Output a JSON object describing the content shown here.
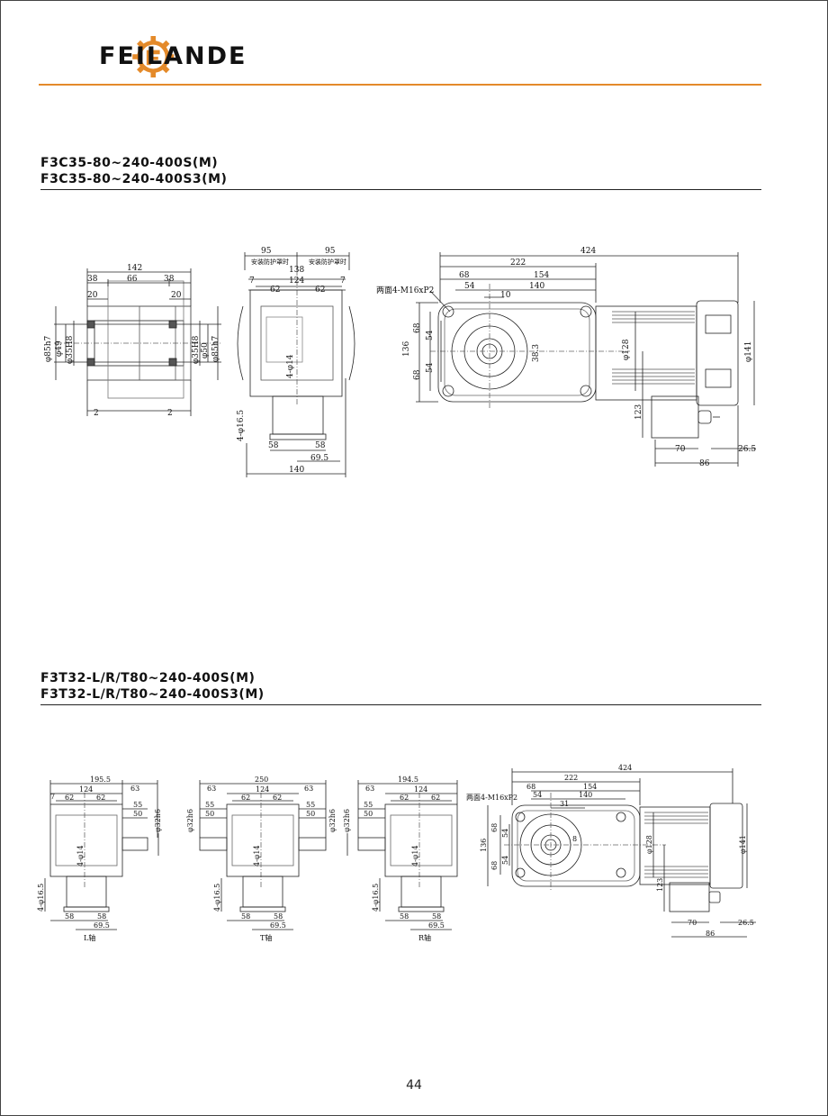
{
  "header": {
    "brand": "FEILANDE",
    "accent_color": "#e48a2a",
    "logo_icon": "gear-logo-icon"
  },
  "section1": {
    "title_line1": "F3C35-80~240-400S(M)",
    "title_line2": "F3C35-80~240-400S3(M)",
    "side_view": {
      "overall": "142",
      "top_dims": [
        "38",
        "66",
        "38"
      ],
      "inner": [
        "20",
        "20"
      ],
      "left_diameters": [
        "φ85h7",
        "φ49",
        "φ35H8"
      ],
      "right_diameters": [
        "φ35H8",
        "φ50",
        "φ85h7"
      ],
      "bottom": [
        "2",
        "2"
      ]
    },
    "front_view": {
      "half_left": "95",
      "half_right": "95",
      "cover_left": "安装防护罩时",
      "cover_right": "安装防护罩时",
      "total": "138",
      "bolt_span": "124",
      "edge": [
        "7",
        "7"
      ],
      "halves": [
        "62",
        "62"
      ],
      "hole_label": "4-φ14",
      "foot_hole": "4-φ16.5",
      "bottom_dims": [
        "58",
        "58",
        "69.5",
        "140"
      ]
    },
    "motor_view": {
      "overall": "424",
      "gear_len": "222",
      "motor_len": "154",
      "offset": "68",
      "d54": "54",
      "d140": "140",
      "d10": "10",
      "thread": "两面4-M16xP2",
      "heights": [
        "68",
        "54",
        "136",
        "68",
        "54"
      ],
      "center": "38.3",
      "motor_dia": "φ128",
      "flange_dia": "φ141",
      "box_height": "123",
      "box_width": "70",
      "box_offset": "26.5",
      "box_span": "86"
    }
  },
  "section2": {
    "title_line1": "F3T32-L/R/T80~240-400S(M)",
    "title_line2": "F3T32-L/R/T80~240-400S3(M)",
    "views": [
      {
        "caption": "L轴",
        "overall": "195.5",
        "extra": "63"
      },
      {
        "caption": "T轴",
        "overall": "250",
        "extra": "63"
      },
      {
        "caption": "R轴",
        "overall": "194.5",
        "extra": "63"
      }
    ],
    "shared": {
      "bolt_span": "124",
      "edge": "7",
      "halves": [
        "62",
        "62"
      ],
      "shaft": [
        "55",
        "50"
      ],
      "shaft_dia": "φ32h6",
      "hole_label": "4-φ14",
      "foot_hole": "4-φ16.5",
      "bottom_dims": [
        "58",
        "58",
        "69.5"
      ]
    },
    "motor_view": {
      "overall": "424",
      "gear_len": "222",
      "motor_len": "154",
      "offset": "68",
      "d54": "54",
      "d140": "140",
      "d31": "31",
      "thread": "两面4-M16xP2",
      "heights": [
        "68",
        "54",
        "136",
        "68",
        "54"
      ],
      "center": "8",
      "motor_dia": "φ128",
      "flange_dia": "φ141",
      "box_height": "123",
      "box_width": "70",
      "box_offset": "26.5",
      "box_span": "86"
    }
  },
  "footer": {
    "page_number": "44"
  }
}
